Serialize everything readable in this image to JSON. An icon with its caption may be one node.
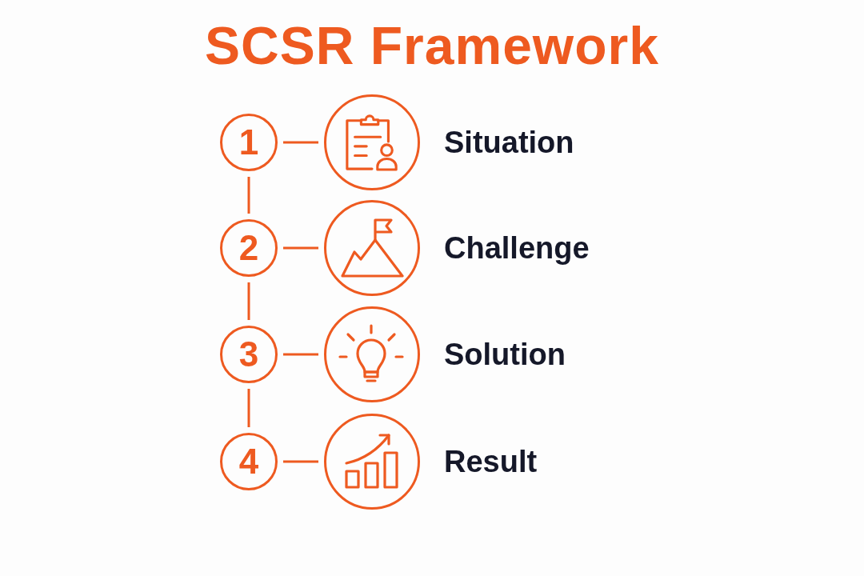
{
  "diagram": {
    "title": "SCSR Framework",
    "nodes": [
      {
        "text": [
          "1"
        ]
      },
      {
        "text": [],
        "shape": "circle",
        "beside": [
          "Situation"
        ]
      },
      {
        "text": [
          "2"
        ]
      },
      {
        "text": [],
        "shape": "circle",
        "beside": [
          "Challenge"
        ]
      },
      {
        "text": [
          "3"
        ]
      },
      {
        "text": [],
        "shape": "circle",
        "beside": [
          "Solution"
        ]
      },
      {
        "text": [
          "4"
        ]
      },
      {
        "text": [],
        "shape": "circle",
        "beside": [
          "Result"
        ]
      }
    ],
    "edges": [
      {
        "from": 0,
        "to": 1,
        "arrow": "none"
      },
      {
        "from": 0,
        "to": 2,
        "arrow": "none"
      },
      {
        "from": 2,
        "to": 3,
        "arrow": "none"
      },
      {
        "from": 2,
        "to": 4,
        "arrow": "none"
      },
      {
        "from": 4,
        "to": 5,
        "arrow": "none"
      },
      {
        "from": 4,
        "to": 6,
        "arrow": "none"
      },
      {
        "from": 6,
        "to": 7,
        "arrow": "none"
      }
    ]
  }
}
